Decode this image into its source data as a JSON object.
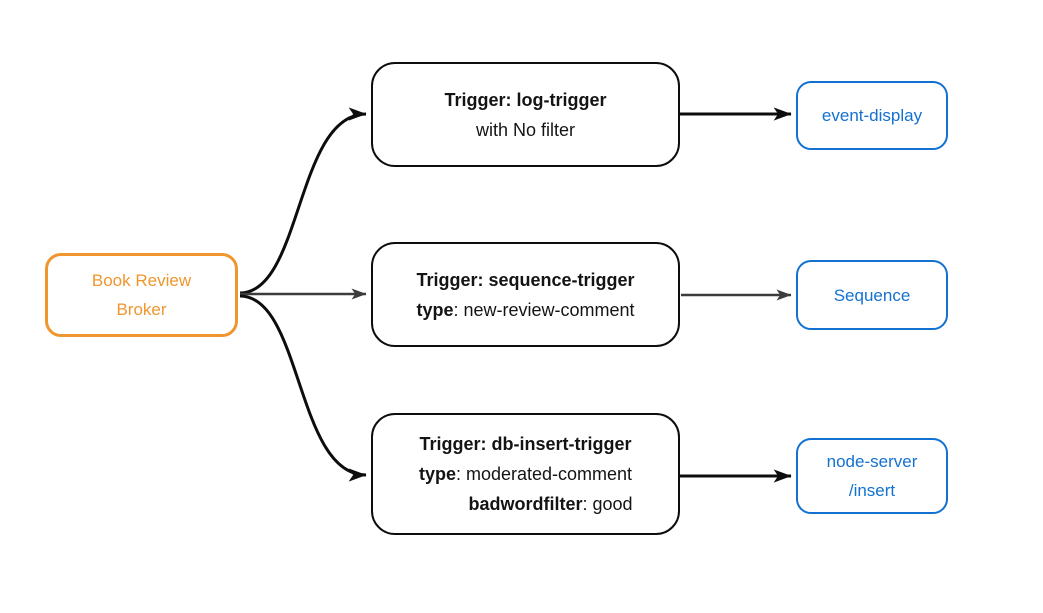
{
  "diagram": {
    "broker": {
      "line1": "Book Review",
      "line2": "Broker"
    },
    "triggers": [
      {
        "title": "Trigger: log-trigger",
        "line2_plain": "with No filter"
      },
      {
        "title": "Trigger: sequence-trigger",
        "line2_key": "type",
        "line2_rest": ": new-review-comment"
      },
      {
        "title": "Trigger: db-insert-trigger",
        "line2_key": "type",
        "line2_rest": ": moderated-comment",
        "line3_key": "badwordfilter",
        "line3_rest": ": good"
      }
    ],
    "sinks": [
      {
        "label": "event-display"
      },
      {
        "label": "Sequence"
      },
      {
        "line1": "node-server",
        "line2": "/insert"
      }
    ],
    "colors": {
      "broker_orange": "#f0962e",
      "sink_blue": "#1371d1",
      "edge_black": "#0d0d0d",
      "edge_gray": "#3c3c3c",
      "background": "#ffffff",
      "trigger_text": "#141414"
    }
  }
}
